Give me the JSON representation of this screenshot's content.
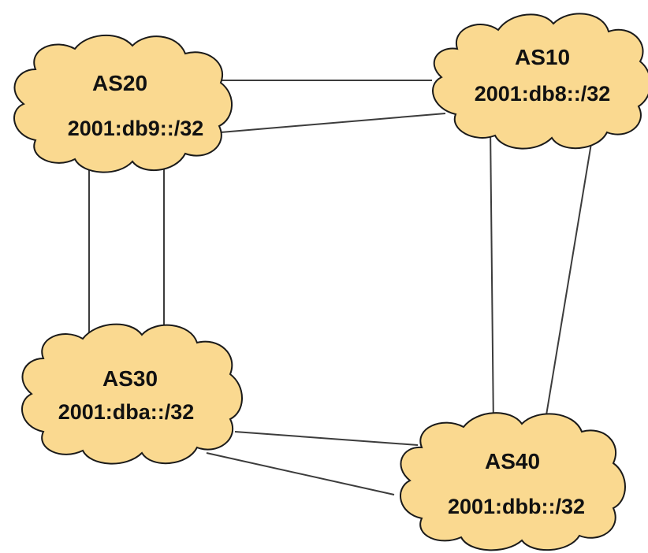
{
  "colors": {
    "cloud_fill": "#fad990",
    "cloud_stroke": "#1a1a1a",
    "link": "#3c3c3c"
  },
  "nodes": [
    {
      "id": "as20",
      "name": "AS20",
      "prefix": "2001:db9::/32"
    },
    {
      "id": "as10",
      "name": "AS10",
      "prefix": "2001:db8::/32"
    },
    {
      "id": "as30",
      "name": "AS30",
      "prefix": "2001:dba::/32"
    },
    {
      "id": "as40",
      "name": "AS40",
      "prefix": "2001:dbb::/32"
    }
  ],
  "links": [
    {
      "from": "AS20",
      "to": "AS10"
    },
    {
      "from": "AS20",
      "to": "AS10"
    },
    {
      "from": "AS20",
      "to": "AS30"
    },
    {
      "from": "AS20",
      "to": "AS30"
    },
    {
      "from": "AS10",
      "to": "AS40"
    },
    {
      "from": "AS10",
      "to": "AS40"
    },
    {
      "from": "AS30",
      "to": "AS40"
    },
    {
      "from": "AS30",
      "to": "AS40"
    }
  ]
}
